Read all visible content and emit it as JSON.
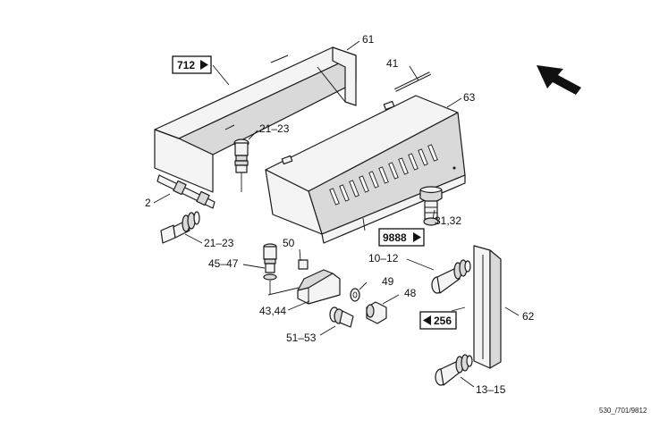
{
  "labels": {
    "p61": "61",
    "p41": "41",
    "p63": "63",
    "p21a": "21–23",
    "p2": "2",
    "p21b": "21–23",
    "p3132": "31,32",
    "p50": "50",
    "p4547": "45–47",
    "p1012": "10–12",
    "p49": "49",
    "p48": "48",
    "p4344": "43,44",
    "p62": "62",
    "p5153": "51–53",
    "p1315": "13–15"
  },
  "refs": {
    "r712": "712",
    "r9888": "9888",
    "r256": "256"
  },
  "drawing_code": "530_/701/9812",
  "icons": {
    "direction_arrow": "travel-direction-arrow-icon",
    "ref_right": "triangle-right-icon",
    "ref_left": "triangle-left-icon"
  }
}
